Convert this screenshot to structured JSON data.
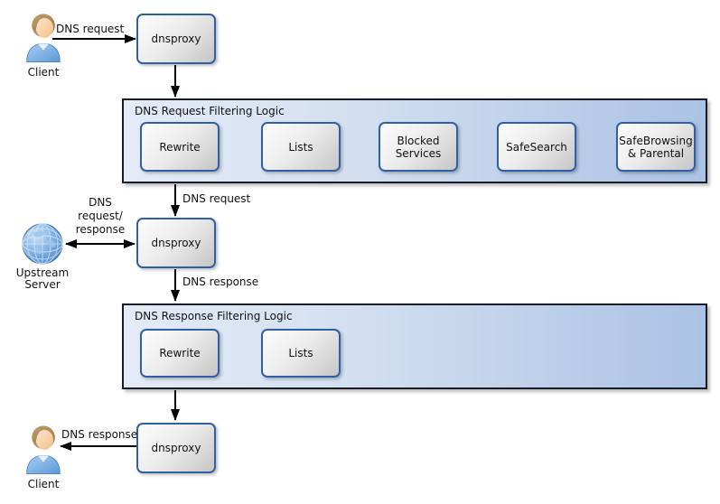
{
  "palette": {
    "container_fill_left": "#e4ebf7",
    "container_fill_right": "#aac2e4",
    "container_border": "#171c26",
    "node_border": "#2f5fa5",
    "node_fill_top": "#fcfcfc",
    "node_fill_bottom": "#c6c6c6",
    "arrow_color": "#000000",
    "globe_blue": "#5e9ad6",
    "shirt_blue": "#6aa4dd",
    "hair_brown": "#b08b58"
  },
  "top_flow": {
    "client_label": "Client",
    "proxy_label": "dnsproxy",
    "request_label": "DNS request"
  },
  "request_logic": {
    "title": "DNS Request Filtering Logic",
    "steps": [
      "Rewrite",
      "Lists",
      "Blocked\nServices",
      "SafeSearch",
      "SafeBrowsing\n& Parental"
    ]
  },
  "middle_flow": {
    "request_label": "DNS request",
    "proxy_label": "dnsproxy",
    "upstream_label": "Upstream\nServer",
    "upstream_edge_label": "DNS\nrequest/\nresponse",
    "response_label": "DNS response"
  },
  "response_logic": {
    "title": "DNS Response Filtering Logic",
    "steps": [
      "Rewrite",
      "Lists"
    ]
  },
  "bottom_flow": {
    "proxy_label": "dnsproxy",
    "response_label": "DNS response",
    "client_label": "Client"
  }
}
